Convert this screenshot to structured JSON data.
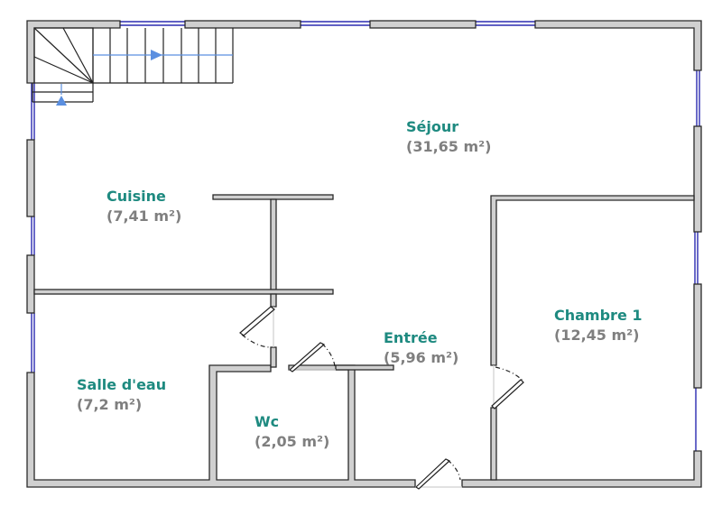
{
  "colors": {
    "wall_fill": "#d0d0d0",
    "wall_stroke": "#2a2a2a",
    "window": "#2b2bb0",
    "stair_arrow": "#5b8fe0",
    "room_name": "#1e8a80",
    "room_area": "#7f7f7f"
  },
  "rooms": [
    {
      "name": "Séjour",
      "area": "(31,65 m²)"
    },
    {
      "name": "Cuisine",
      "area": "(7,41 m²)"
    },
    {
      "name": "Entrée",
      "area": "(5,96 m²)"
    },
    {
      "name": "Chambre 1",
      "area": "(12,45 m²)"
    },
    {
      "name": "Salle d'eau",
      "area": "(7,2 m²)"
    },
    {
      "name": "Wc",
      "area": "(2,05 m²)"
    }
  ],
  "icons": {
    "staircase": "staircase-icon",
    "stair_arrow": "arrow-triangle-icon",
    "door": "door-swing-icon",
    "window": "window-icon"
  }
}
